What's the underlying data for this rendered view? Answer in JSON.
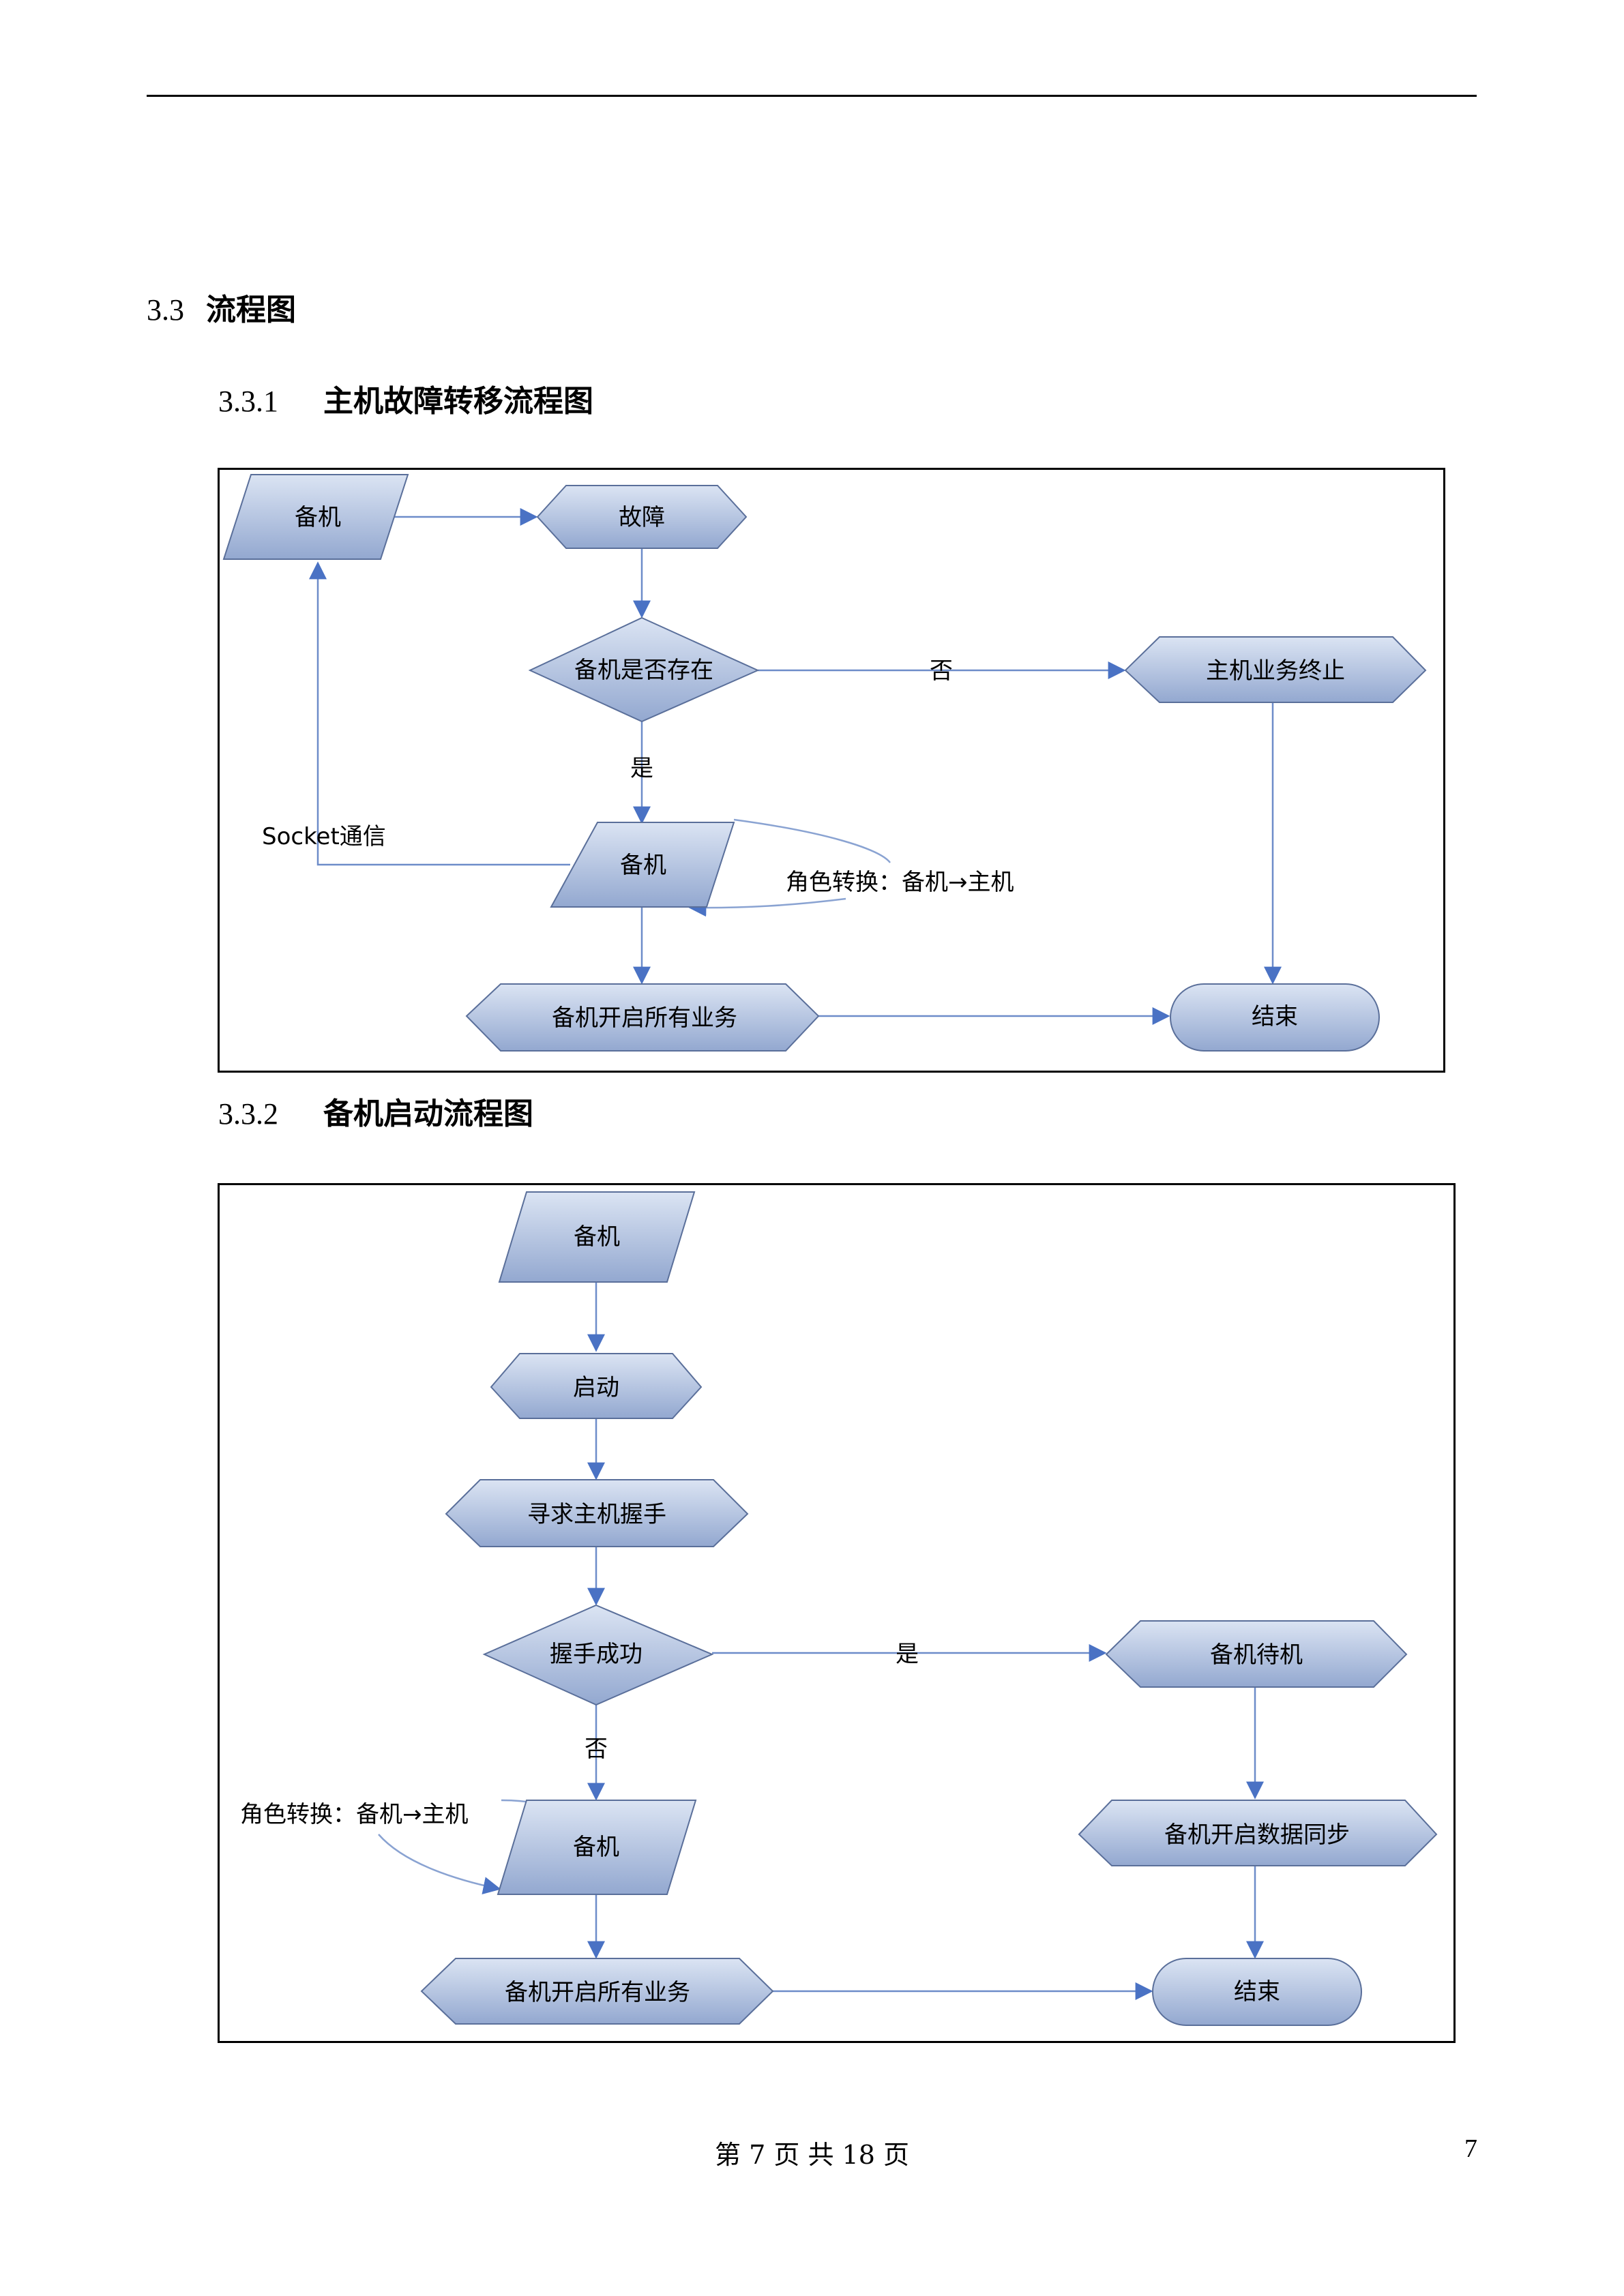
{
  "section": {
    "number": "3.3",
    "title": "流程图"
  },
  "subsections": [
    {
      "number": "3.3.1",
      "title": "主机故障转移流程图"
    },
    {
      "number": "3.3.2",
      "title": "备机启动流程图"
    }
  ],
  "flow1": {
    "standby": "备机",
    "fault": "故障",
    "standby_exists": "备机是否存在",
    "no": "否",
    "host_stop": "主机业务终止",
    "yes": "是",
    "socket": "Socket通信",
    "standby2": "备机",
    "role_switch": "角色转换：备机→主机",
    "start_all": "备机开启所有业务",
    "end": "结束"
  },
  "flow2": {
    "standby": "备机",
    "startup": "启动",
    "seek_handshake": "寻求主机握手",
    "handshake_ok": "握手成功",
    "yes": "是",
    "standby_wait": "备机待机",
    "no": "否",
    "role_switch": "角色转换：备机→主机",
    "standby2": "备机",
    "sync": "备机开启数据同步",
    "start_all": "备机开启所有业务",
    "end": "结束"
  },
  "footer": {
    "text": "第 7 页 共 18 页",
    "page": "7"
  },
  "colors": {
    "node_top": "#dbe4f3",
    "node_bottom": "#93a8d0",
    "connector": "#6d8cc9"
  }
}
